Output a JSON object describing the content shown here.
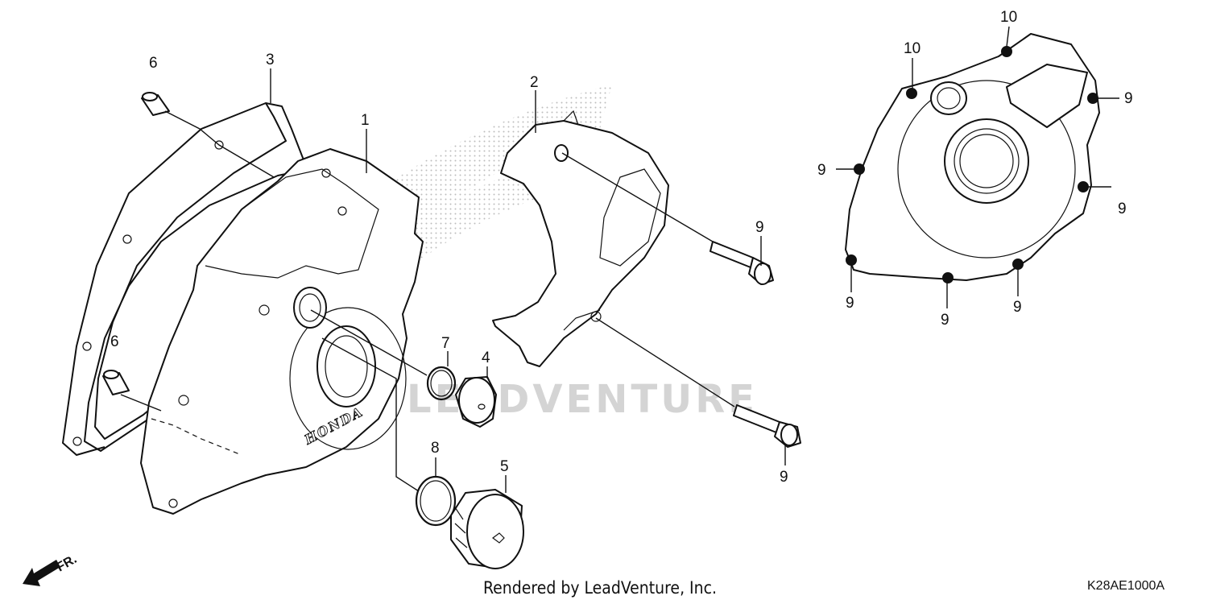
{
  "diagram": {
    "footer_credit": "Rendered by LeadVenture, Inc.",
    "diagram_code": "K28AE1000A",
    "direction_label": "FR.",
    "brand_mark": "HONDA",
    "watermark_text": "LEADVENTURE",
    "callouts": {
      "c1": "1",
      "c2": "2",
      "c3": "3",
      "c4": "4",
      "c5": "5",
      "c6a": "6",
      "c6b": "6",
      "c7": "7",
      "c8": "8",
      "c9a": "9",
      "c9b": "9",
      "c9c": "9",
      "c9d": "9",
      "c9e": "9",
      "c9f": "9",
      "c9g": "9",
      "c9h": "9",
      "c10a": "10",
      "c10b": "10"
    }
  }
}
